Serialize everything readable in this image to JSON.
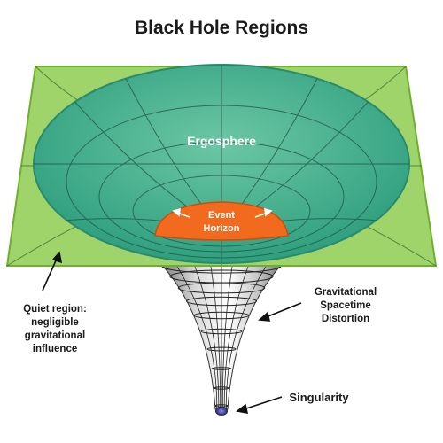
{
  "title": "Black Hole Regions",
  "regions": {
    "ergosphere": "Ergosphere",
    "event_horizon_line1": "Event",
    "event_horizon_line2": "Horizon"
  },
  "annotations": {
    "quiet_line1": "Quiet region:",
    "quiet_line2": "negligible",
    "quiet_line3": "gravitational",
    "quiet_line4": "influence",
    "distortion_line1": "Gravitational",
    "distortion_line2": "Spacetime",
    "distortion_line3": "Distortion",
    "singularity": "Singularity"
  },
  "colors": {
    "plane_fill": "#9fd46a",
    "plane_edge": "#6fae2e",
    "ergosphere_fill": "#3fb08d",
    "ergosphere_edge": "#2a8a6e",
    "event_horizon_fill": "#f26a1e",
    "grid_line": "#2c5a3a",
    "funnel_line": "#222222"
  }
}
